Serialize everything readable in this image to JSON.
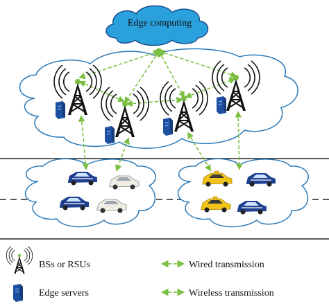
{
  "cloud": {
    "label": "Edge computing"
  },
  "legend": {
    "towers": "BSs or RSUs",
    "servers": "Edge servers",
    "wired": "Wired transmission",
    "wireless": "Wireless transmission"
  },
  "colors": {
    "cloud_fill": "#2aa0dc",
    "cloud_stroke": "#1b4f8f",
    "region_fill": "#ffffff",
    "region_stroke": "#2a79b8",
    "arrow": "#7cc043",
    "tower": "#111111",
    "server": "#1e4fa0",
    "car_blue": "#1f3f8f",
    "car_white": "#f0ede4",
    "car_yellow": "#f0c419"
  }
}
